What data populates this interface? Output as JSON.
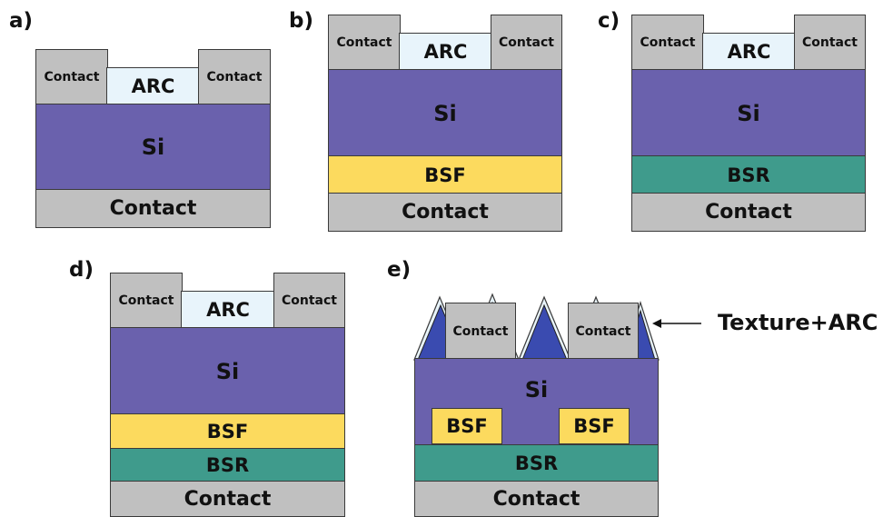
{
  "panels": {
    "a": {
      "label": "a)",
      "contact_left": "Contact",
      "arc": "ARC",
      "contact_right": "Contact",
      "si": "Si",
      "contact_bottom": "Contact"
    },
    "b": {
      "label": "b)",
      "contact_left": "Contact",
      "arc": "ARC",
      "contact_right": "Contact",
      "si": "Si",
      "bsf": "BSF",
      "contact_bottom": "Contact"
    },
    "c": {
      "label": "c)",
      "contact_left": "Contact",
      "arc": "ARC",
      "contact_right": "Contact",
      "si": "Si",
      "bsr": "BSR",
      "contact_bottom": "Contact"
    },
    "d": {
      "label": "d)",
      "contact_left": "Contact",
      "arc": "ARC",
      "contact_right": "Contact",
      "si": "Si",
      "bsf": "BSF",
      "bsr": "BSR",
      "contact_bottom": "Contact"
    },
    "e": {
      "label": "e)",
      "contact_left": "Contact",
      "contact_right": "Contact",
      "si": "Si",
      "bsf_left": "BSF",
      "bsf_right": "BSF",
      "bsr": "BSR",
      "contact_bottom": "Contact",
      "callout": "Texture+ARC"
    }
  },
  "colors": {
    "contact": "#c0c0c0",
    "arc": "#e8f4fb",
    "si": "#6a61ad",
    "bsf": "#fcda5e",
    "bsr": "#3f9b8c",
    "texture": "#3a4bb0"
  }
}
